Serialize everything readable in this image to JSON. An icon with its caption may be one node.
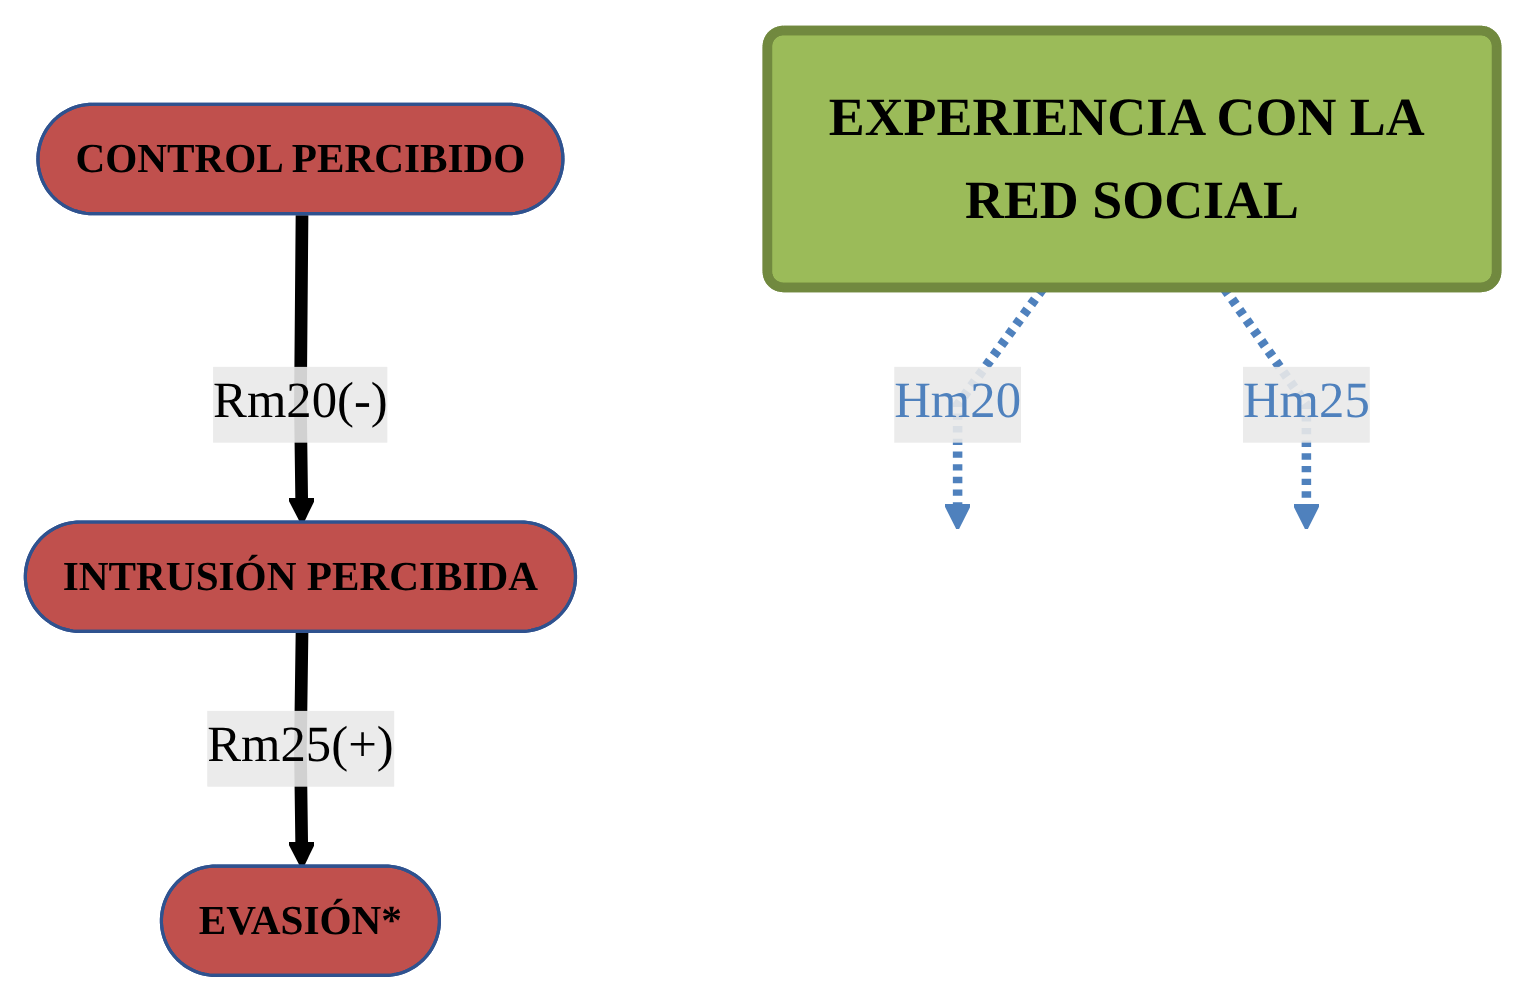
{
  "diagram": {
    "nodes": [
      {
        "text": [
          "CONTROL PERCIBIDO"
        ]
      },
      {
        "text": [
          "EXPERIENCIA CON LA RED SOCIAL"
        ]
      },
      {
        "text": [
          "INTRUSIÓN PERCIBIDA"
        ]
      },
      {
        "text": [
          "EVASIÓN*"
        ]
      }
    ],
    "edges": [
      {
        "from": 0,
        "to": 2,
        "arrow": "to",
        "label": "Rm20(-)"
      },
      {
        "from": 1,
        "to": null,
        "arrow": "to",
        "label": "Hm20",
        "style": "dashed",
        "color": "#4f81bd"
      },
      {
        "from": 1,
        "to": null,
        "arrow": "to",
        "label": "Hm25",
        "style": "dashed",
        "color": "#4f81bd"
      },
      {
        "from": 2,
        "to": 3,
        "arrow": "to",
        "label": "Rm25(+)"
      }
    ]
  }
}
